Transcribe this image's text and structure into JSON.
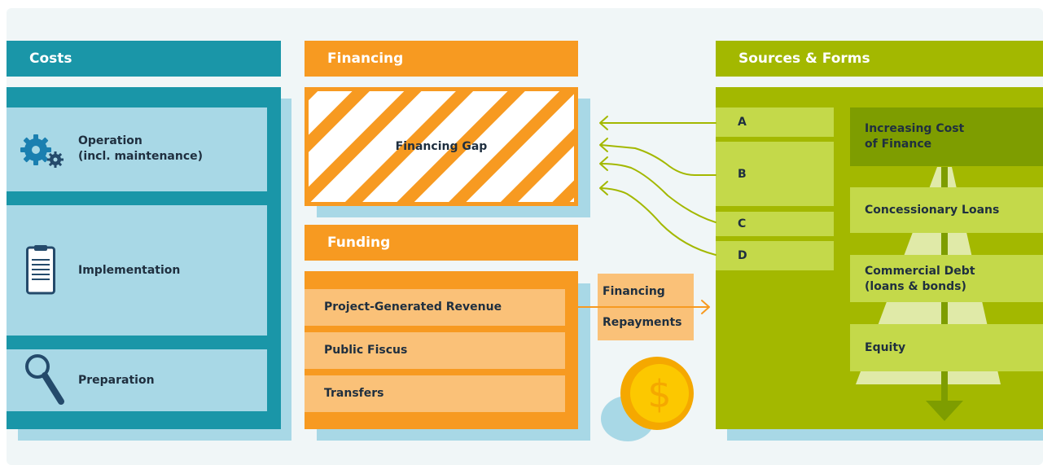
{
  "colors": {
    "teal": "#1a96a8",
    "light_blue": "#a8d8e6",
    "orange": "#f79a21",
    "orange_light": "#fac178",
    "green": "#a3b800",
    "green_light": "#c4d94a"
  },
  "costs": {
    "header": "Costs",
    "items": [
      {
        "label": "Operation\n(incl. maintenance)",
        "icon": "gears-icon"
      },
      {
        "label": "Implementation",
        "icon": "clipboard-icon"
      },
      {
        "label": "Preparation",
        "icon": "magnifier-icon"
      }
    ]
  },
  "financing": {
    "header": "Financing",
    "gap_label": "Financing Gap"
  },
  "funding": {
    "header": "Funding",
    "rows": [
      "Project-Generated Revenue",
      "Public Fiscus",
      "Transfers"
    ]
  },
  "repayments": {
    "line1": "Financing",
    "line2": "Repayments",
    "icon": "dollar-coin-icon"
  },
  "sources": {
    "header": "Sources & Forms",
    "letters": [
      "A",
      "B",
      "C",
      "D"
    ],
    "cost_label": "Increasing Cost\nof Finance",
    "forms": [
      "Concessionary Loans",
      "Commercial Debt\n(loans & bonds)",
      "Equity"
    ]
  }
}
